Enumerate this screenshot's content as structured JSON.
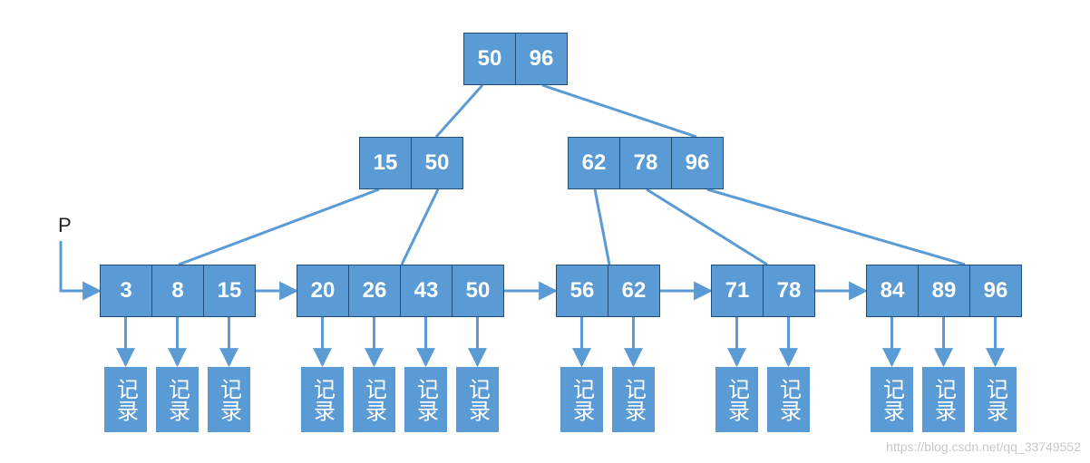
{
  "colors": {
    "node_fill": "#5b9bd5",
    "node_border": "#1f4e79",
    "line": "#5b9bd5",
    "text": "#ffffff"
  },
  "pointer_label": "P",
  "record_label": "记录",
  "watermark": "https://blog.csdn.net/qq_33749552",
  "tree": {
    "root": [
      "50",
      "96"
    ],
    "internal": [
      [
        "15",
        "50"
      ],
      [
        "62",
        "78",
        "96"
      ]
    ],
    "leaves": [
      [
        "3",
        "8",
        "15"
      ],
      [
        "20",
        "26",
        "43",
        "50"
      ],
      [
        "56",
        "62"
      ],
      [
        "71",
        "78"
      ],
      [
        "84",
        "89",
        "96"
      ]
    ]
  }
}
